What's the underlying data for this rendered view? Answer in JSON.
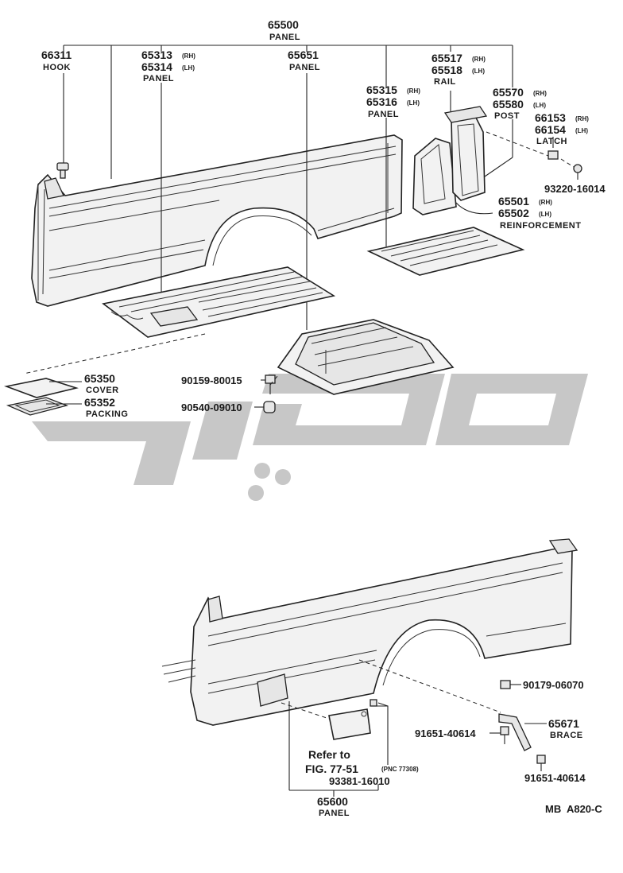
{
  "figure": {
    "code": "MB  A820-C"
  },
  "labels": {
    "p65500": {
      "num": "65500",
      "name": "PANEL"
    },
    "p66311": {
      "num": "66311",
      "name": "HOOK"
    },
    "p65313": {
      "num": "65313",
      "suffix1": "(RH)",
      "num2": "65314",
      "suffix2": "(LH)",
      "name": "PANEL"
    },
    "p65651": {
      "num": "65651",
      "name": "PANEL"
    },
    "p65517": {
      "num": "65517",
      "suffix1": "(RH)",
      "num2": "65518",
      "suffix2": "(LH)",
      "name": "RAIL"
    },
    "p65315": {
      "num": "65315",
      "suffix1": "(RH)",
      "num2": "65316",
      "suffix2": "(LH)",
      "name": "PANEL"
    },
    "p65570": {
      "num": "65570",
      "suffix1": "(RH)",
      "num2": "65580",
      "suffix2": "(LH)",
      "name": "POST"
    },
    "p66153": {
      "num": "66153",
      "suffix1": "(RH)",
      "num2": "66154",
      "suffix2": "(LH)",
      "name": "LATCH"
    },
    "b93220": {
      "num": "93220-16014"
    },
    "p65501": {
      "num": "65501",
      "suffix1": "(RH)",
      "num2": "65502",
      "suffix2": "(LH)",
      "name": "REINFORCEMENT"
    },
    "p65350": {
      "num": "65350",
      "name": "COVER"
    },
    "p65352": {
      "num": "65352",
      "name": "PACKING"
    },
    "b90159": {
      "num": "90159-80015"
    },
    "b90540": {
      "num": "90540-09010"
    },
    "b90179": {
      "num": "90179-06070"
    },
    "p65671": {
      "num": "65671",
      "name": "BRACE"
    },
    "b91651a": {
      "num": "91651-40614"
    },
    "b91651b": {
      "num": "91651-40614"
    },
    "ref": {
      "line1": "Refer to",
      "line2": "FIG. 77-51",
      "pnc": "(PNC 77308)"
    },
    "b93381": {
      "num": "93381-16010"
    },
    "p65600": {
      "num": "65600",
      "name": "PANEL"
    }
  }
}
